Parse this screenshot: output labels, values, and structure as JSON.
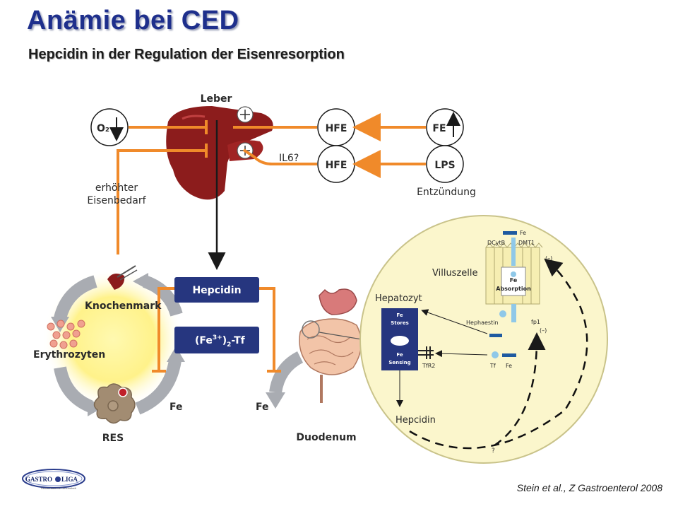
{
  "header": {
    "title": "Anämie bei CED",
    "subtitle": "Hepcidin in der Regulation der Eisenresorption"
  },
  "labels": {
    "leber": "Leber",
    "o2": "O₂",
    "hfe_top": "HFE",
    "hfe_bottom": "HFE",
    "fe_box": "FE",
    "lps": "LPS",
    "il6": "IL6?",
    "entzuendung": "Entzündung",
    "erhoehter_line1": "erhöhter",
    "erhoehter_line2": "Eisenbedarf",
    "knochenmark": "Knochenmark",
    "erythrozyten": "Erythrozyten",
    "res": "RES",
    "fe_left": "Fe",
    "fe_right": "Fe",
    "duodenum": "Duodenum",
    "hepcidin_box": "Hepcidin",
    "fe_tf_main": "(Fe",
    "fe_tf_sup": "3+",
    "fe_tf_close": ")",
    "fe_tf_sub": "2",
    "fe_tf_tail": "-Tf"
  },
  "inset": {
    "villuszelle": "Villuszelle",
    "hepatozyt": "Hepatozyt",
    "fe_stores_1": "Fe",
    "fe_stores_2": "Stores",
    "fe_sensing_1": "Fe",
    "fe_sensing_2": "Sensing",
    "tfr2": "TfR2",
    "tf": "Tf",
    "fe_small": "Fe",
    "fe_top": "Fe",
    "dcytb": "DCytB",
    "dmt1": "DMT1",
    "fe_absorption_1": "Fe",
    "fe_absorption_2": "Absorption",
    "hephaestin": "Hephaestin",
    "fp1": "fp1",
    "minus_top": "(–)",
    "minus_bottom": "(–)",
    "hepcidin": "Hepcidin",
    "question": "?"
  },
  "footer": {
    "citation": "Stein et al., Z Gastroenterol 2008",
    "logo_text_1": "GASTRO",
    "logo_text_2": "LIGA",
    "logo_tagline": "Deutschland für Gesundheit"
  },
  "colors": {
    "title": "#1e2f8c",
    "orange": "#f08a2a",
    "navy": "#26367f",
    "liver": "#8c1c1c",
    "inset_bg": "#fbf6cc",
    "cycle_grey": "#a9acb2"
  }
}
